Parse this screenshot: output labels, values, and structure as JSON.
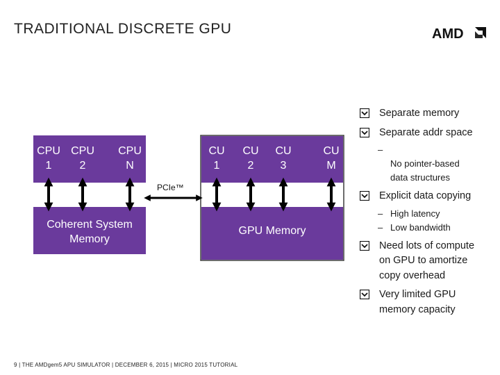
{
  "title": "TRADITIONAL DISCRETE GPU",
  "logo_text": "AMD",
  "colors": {
    "purple": "#6a3a9c",
    "border": "#3a3a3a",
    "arrow": "#000000"
  },
  "diagram": {
    "cpu_labels": [
      [
        "CPU",
        "1"
      ],
      [
        "CPU",
        "2"
      ],
      [
        "CPU",
        "N"
      ]
    ],
    "cu_labels": [
      [
        "CU",
        "1"
      ],
      [
        "CU",
        "2"
      ],
      [
        "CU",
        "3"
      ],
      [
        "CU",
        "M"
      ]
    ],
    "pcie_label": "PCIe™",
    "system_memory": [
      "Coherent System",
      "Memory"
    ],
    "gpu_memory": "GPU Memory"
  },
  "bullets": [
    {
      "text": "Separate memory",
      "subs": []
    },
    {
      "text": "Separate addr space",
      "subs": [
        "No pointer-based\ndata structures"
      ]
    },
    {
      "text": "Explicit data copying",
      "subs": [
        "High latency",
        "Low bandwidth"
      ]
    },
    {
      "text": "Need lots of compute on GPU to amortize copy overhead",
      "subs": []
    },
    {
      "text": "Very limited GPU memory capacity",
      "subs": []
    }
  ],
  "footer": "9  |  THE AMDgem5 APU SIMULATOR  |  DECEMBER 6, 2015  |  MICRO 2015 TUTORIAL"
}
